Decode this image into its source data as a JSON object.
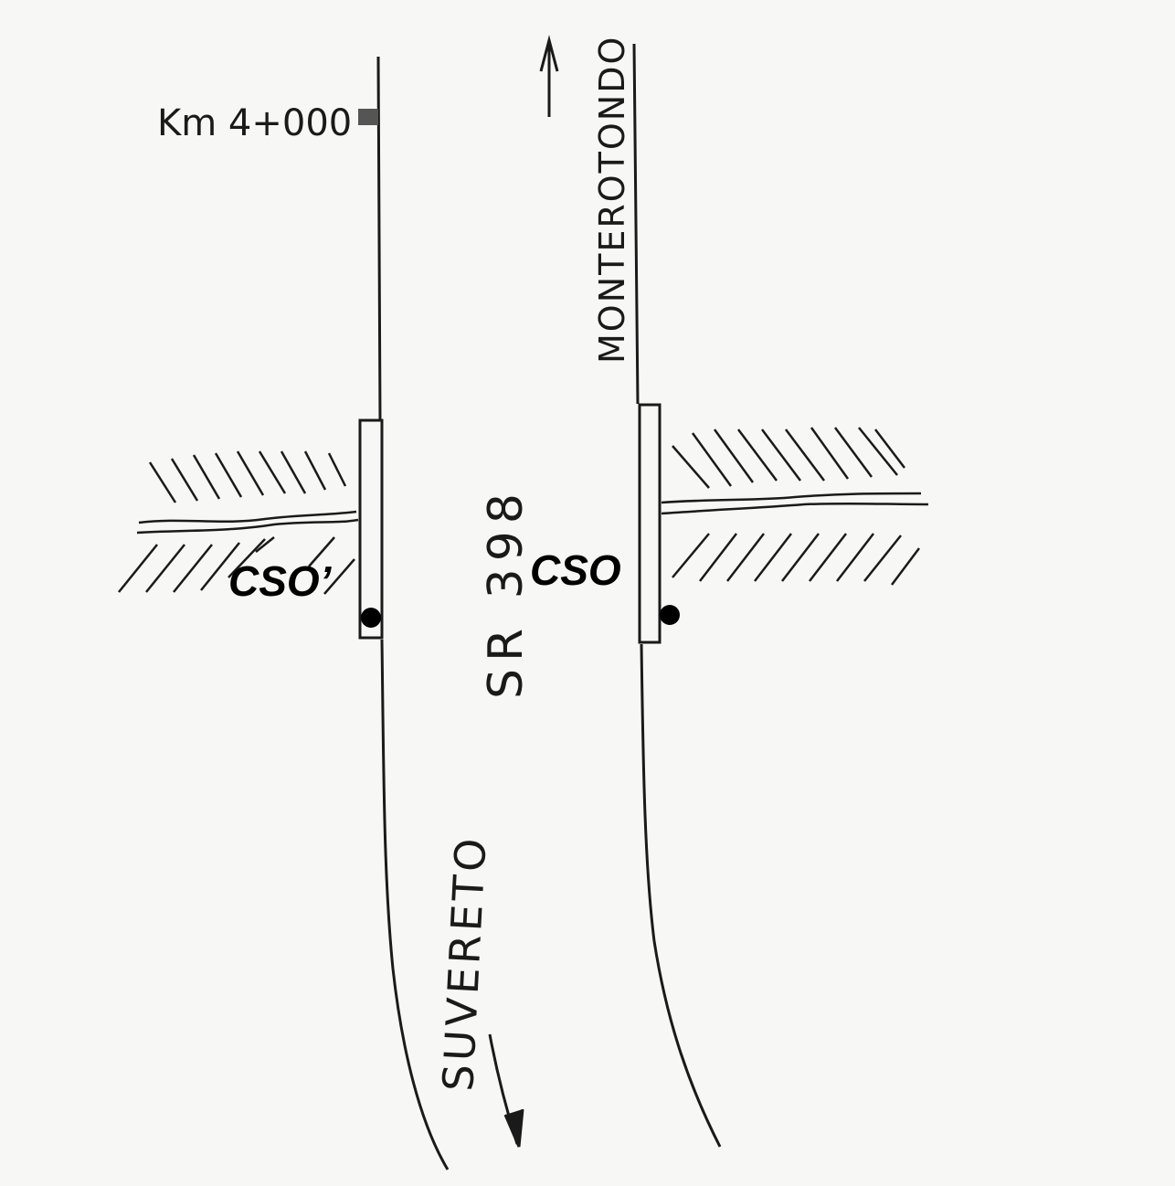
{
  "labels": {
    "km_marker": "Km 4+000",
    "road_name": "SR 398",
    "direction_north": "MONTEROTONDO",
    "direction_south": "SUVERETO",
    "culvert_left": "CSO’",
    "culvert_right": "CSO"
  },
  "colors": {
    "ink": "#1a1a1a",
    "paper": "#f7f7f5"
  }
}
